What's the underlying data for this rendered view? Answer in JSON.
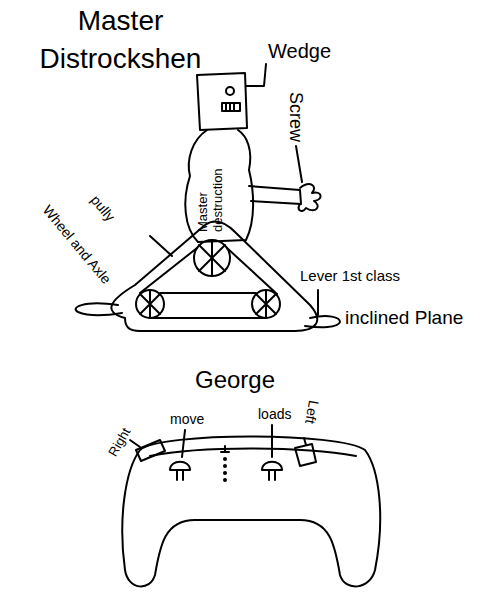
{
  "diagram": {
    "title": "Master Distrockshen",
    "labels": [
      "Wedge",
      "Screw",
      "Master destruction",
      "pully",
      "Wheel and Axle",
      "Lever 1st class",
      "inclined Plane",
      "George",
      "Right",
      "move",
      "loads",
      "Left"
    ]
  }
}
